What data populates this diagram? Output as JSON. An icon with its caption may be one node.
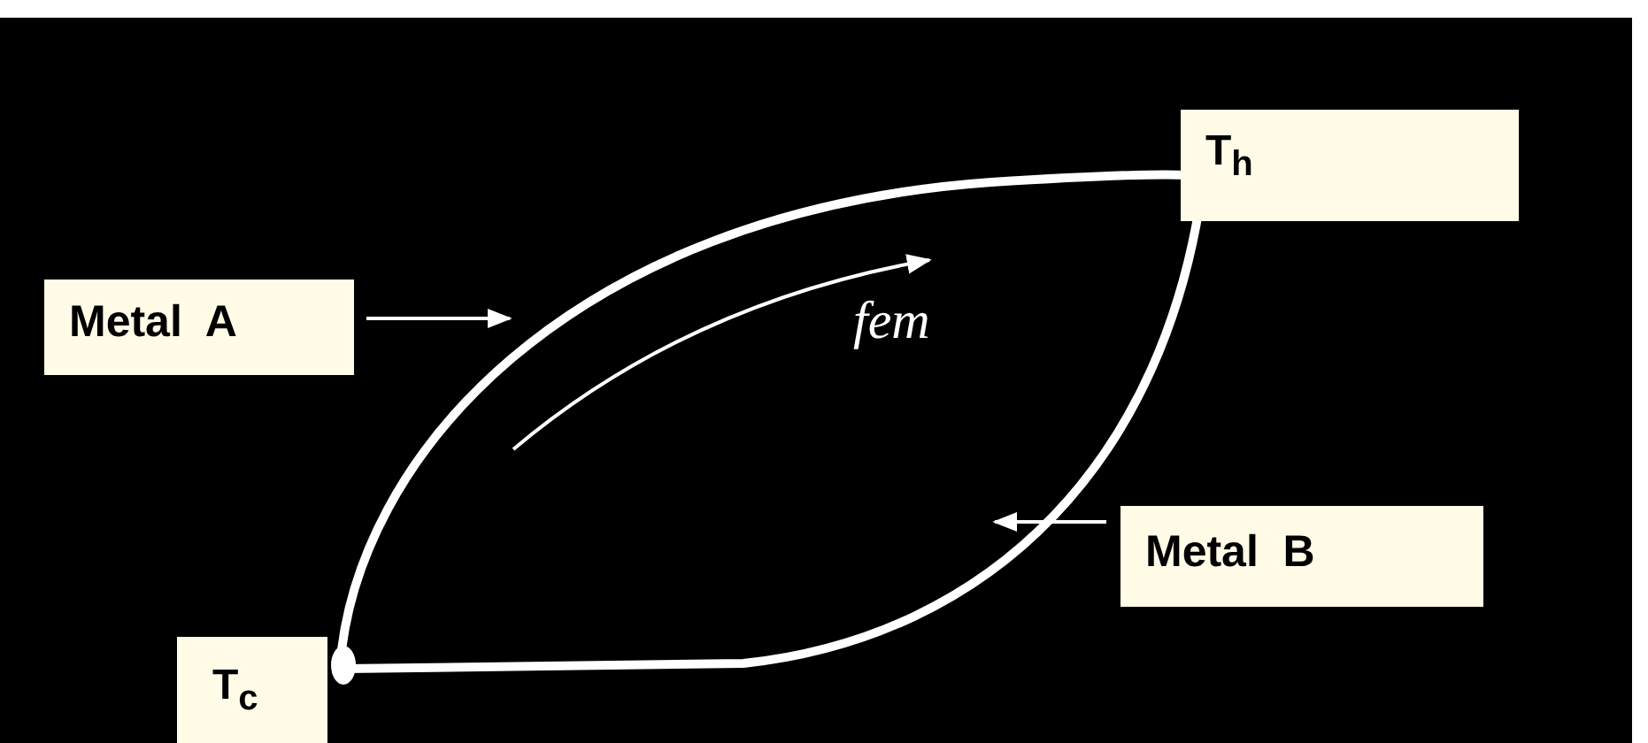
{
  "diagram": {
    "nodes": [
      {
        "text": [
          "T$_{h}$"
        ]
      },
      {
        "text": [
          "Metal  A"
        ]
      },
      {
        "text": [
          "Metal  B"
        ]
      },
      {
        "text": [
          "T$_{c}$"
        ]
      }
    ],
    "edges": [
      {
        "from": 1,
        "to": null,
        "arrow": "to"
      },
      {
        "from": 2,
        "to": null,
        "arrow": "to"
      }
    ],
    "labels": [
      "fem"
    ]
  }
}
